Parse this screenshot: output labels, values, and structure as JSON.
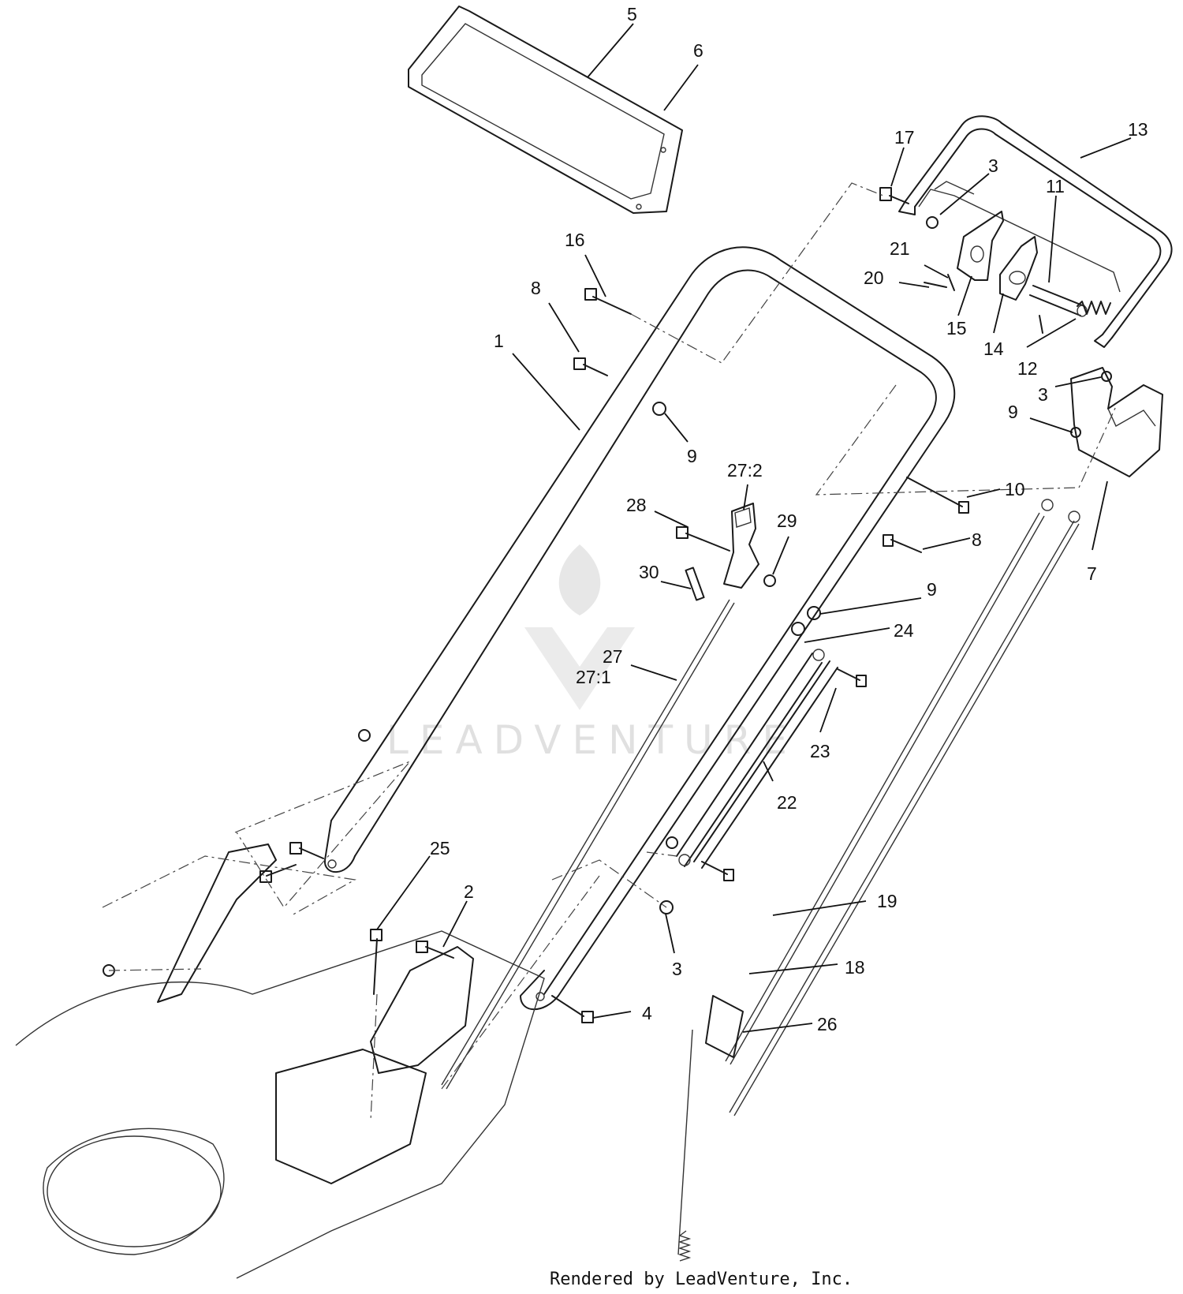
{
  "watermark": "LEADVENTURE",
  "credit": "Rendered by LeadVenture, Inc.",
  "callouts": [
    {
      "id": "c5",
      "text": "5"
    },
    {
      "id": "c6",
      "text": "6"
    },
    {
      "id": "c17",
      "text": "17"
    },
    {
      "id": "c13",
      "text": "13"
    },
    {
      "id": "c3a",
      "text": "3"
    },
    {
      "id": "c11",
      "text": "11"
    },
    {
      "id": "c21",
      "text": "21"
    },
    {
      "id": "c20",
      "text": "20"
    },
    {
      "id": "c15",
      "text": "15"
    },
    {
      "id": "c14",
      "text": "14"
    },
    {
      "id": "c12",
      "text": "12"
    },
    {
      "id": "c16",
      "text": "16"
    },
    {
      "id": "c8a",
      "text": "8"
    },
    {
      "id": "c1",
      "text": "1"
    },
    {
      "id": "c9a",
      "text": "9"
    },
    {
      "id": "c3b",
      "text": "3"
    },
    {
      "id": "c9b",
      "text": "9"
    },
    {
      "id": "c27_2",
      "text": "27:2"
    },
    {
      "id": "c28",
      "text": "28"
    },
    {
      "id": "c29",
      "text": "29"
    },
    {
      "id": "c10",
      "text": "10"
    },
    {
      "id": "c8b",
      "text": "8"
    },
    {
      "id": "c7",
      "text": "7"
    },
    {
      "id": "c30",
      "text": "30"
    },
    {
      "id": "c9c",
      "text": "9"
    },
    {
      "id": "c24",
      "text": "24"
    },
    {
      "id": "c27",
      "text": "27"
    },
    {
      "id": "c27_1",
      "text": "27:1"
    },
    {
      "id": "c23",
      "text": "23"
    },
    {
      "id": "c22",
      "text": "22"
    },
    {
      "id": "c25",
      "text": "25"
    },
    {
      "id": "c2",
      "text": "2"
    },
    {
      "id": "c19",
      "text": "19"
    },
    {
      "id": "c3c",
      "text": "3"
    },
    {
      "id": "c18",
      "text": "18"
    },
    {
      "id": "c4",
      "text": "4"
    },
    {
      "id": "c26",
      "text": "26"
    }
  ]
}
